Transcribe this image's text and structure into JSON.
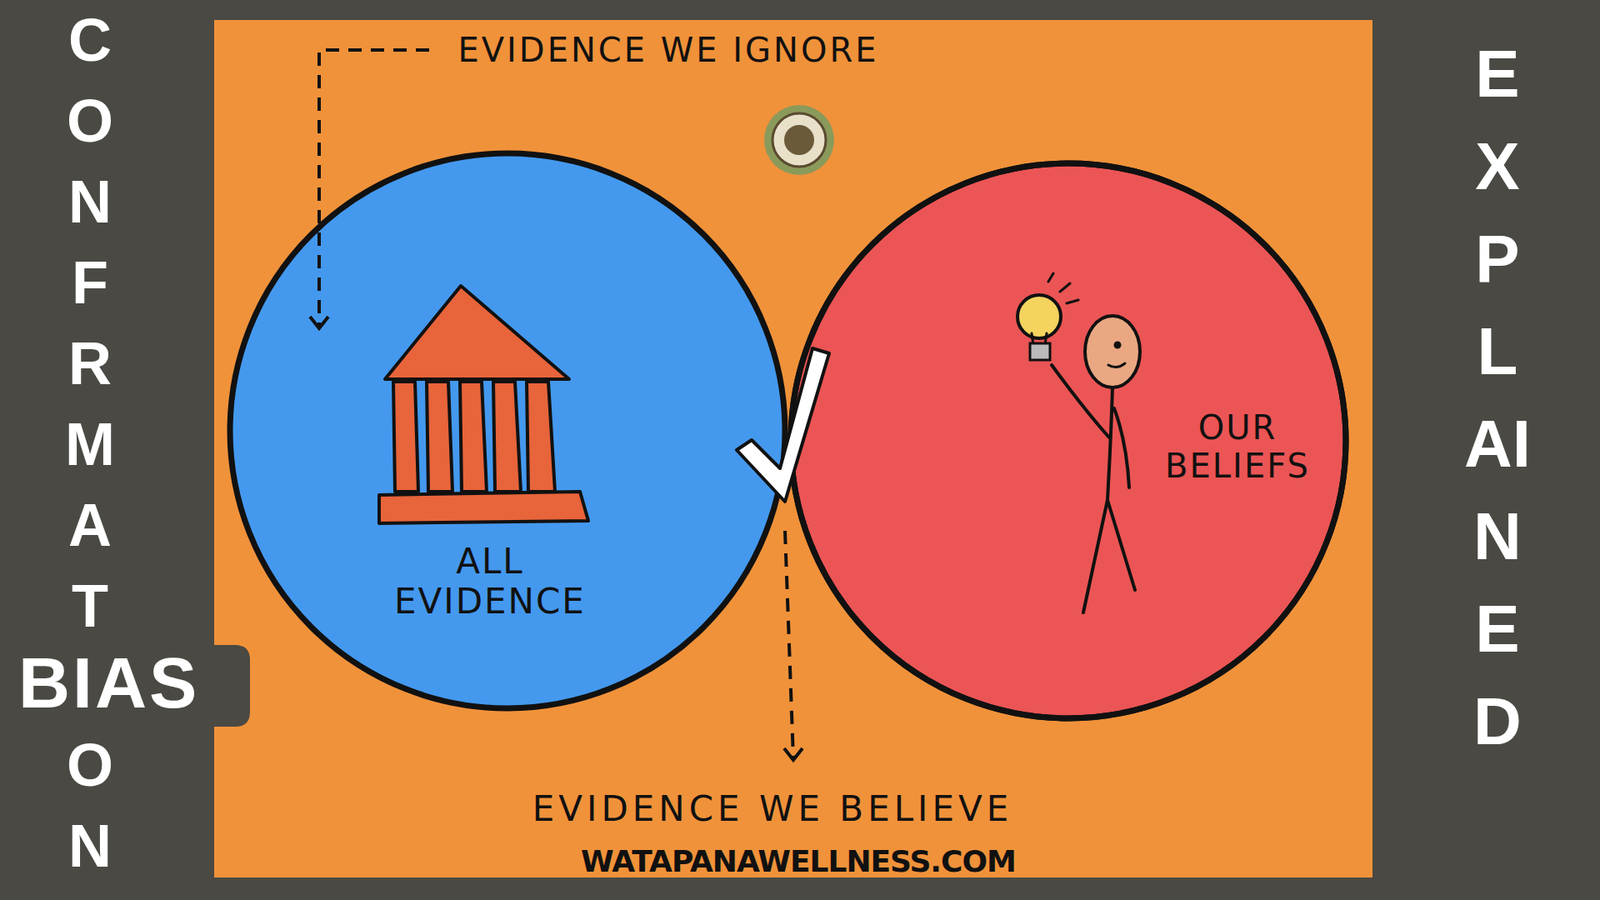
{
  "diagram": {
    "nodes": [
      {
        "text": [
          "ALL EVIDENCE"
        ]
      },
      {
        "text": [
          "OUR BELIEFS"
        ]
      }
    ],
    "labels": [
      "CONFRMAT",
      "BIAS",
      "ON",
      "EXPLAINED",
      "EVIDENCE WE IGNORE",
      "EVIDENCE WE BELIEVE",
      "WATAPANAWELLNESS.COM"
    ]
  }
}
